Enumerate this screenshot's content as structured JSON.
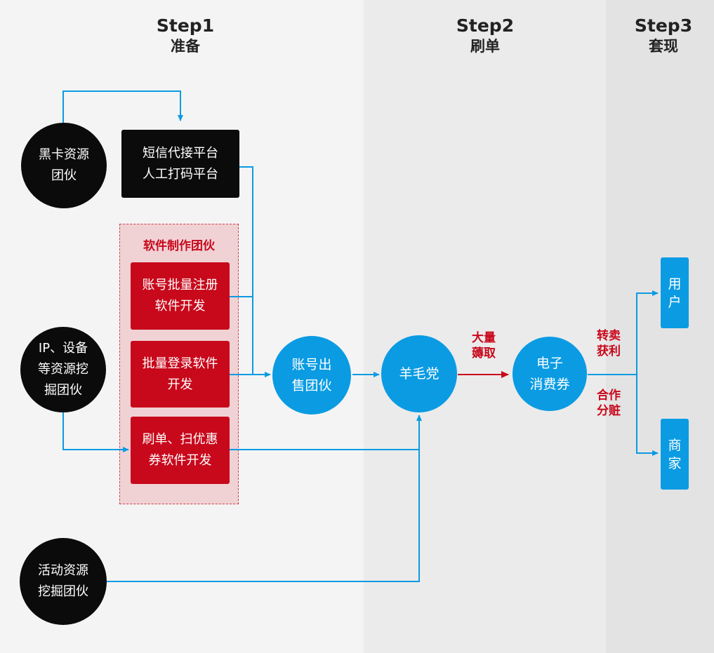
{
  "steps": [
    {
      "title": "Step1",
      "subtitle": "准备"
    },
    {
      "title": "Step2",
      "subtitle": "刷单"
    },
    {
      "title": "Step3",
      "subtitle": "套现"
    }
  ],
  "nodes": {
    "black_card": [
      "黑卡资源",
      "团伙"
    ],
    "sms_platform": [
      "短信代接平台",
      "人工打码平台"
    ],
    "ip_device": [
      "IP、设备",
      "等资源挖",
      "掘团伙"
    ],
    "activity": [
      "活动资源",
      "挖掘团伙"
    ],
    "software_group_title": "软件制作团伙",
    "software_items": [
      [
        "账号批量注册",
        "软件开发"
      ],
      [
        "批量登录软件",
        "开发"
      ],
      [
        "刷单、扫优惠",
        "券软件开发"
      ]
    ],
    "account_seller": [
      "账号出",
      "售团伙"
    ],
    "wool_party": "羊毛党",
    "e_voucher": [
      "电子",
      "消费券"
    ],
    "user": [
      "用",
      "户"
    ],
    "merchant": [
      "商",
      "家"
    ]
  },
  "edge_labels": {
    "harvest": [
      "大量",
      "薅取"
    ],
    "resell": [
      "转卖",
      "获利"
    ],
    "split": [
      "合作",
      "分赃"
    ]
  },
  "colors": {
    "blue": "#0a9be3",
    "red": "#c8081b",
    "black": "#0b0b0b"
  }
}
